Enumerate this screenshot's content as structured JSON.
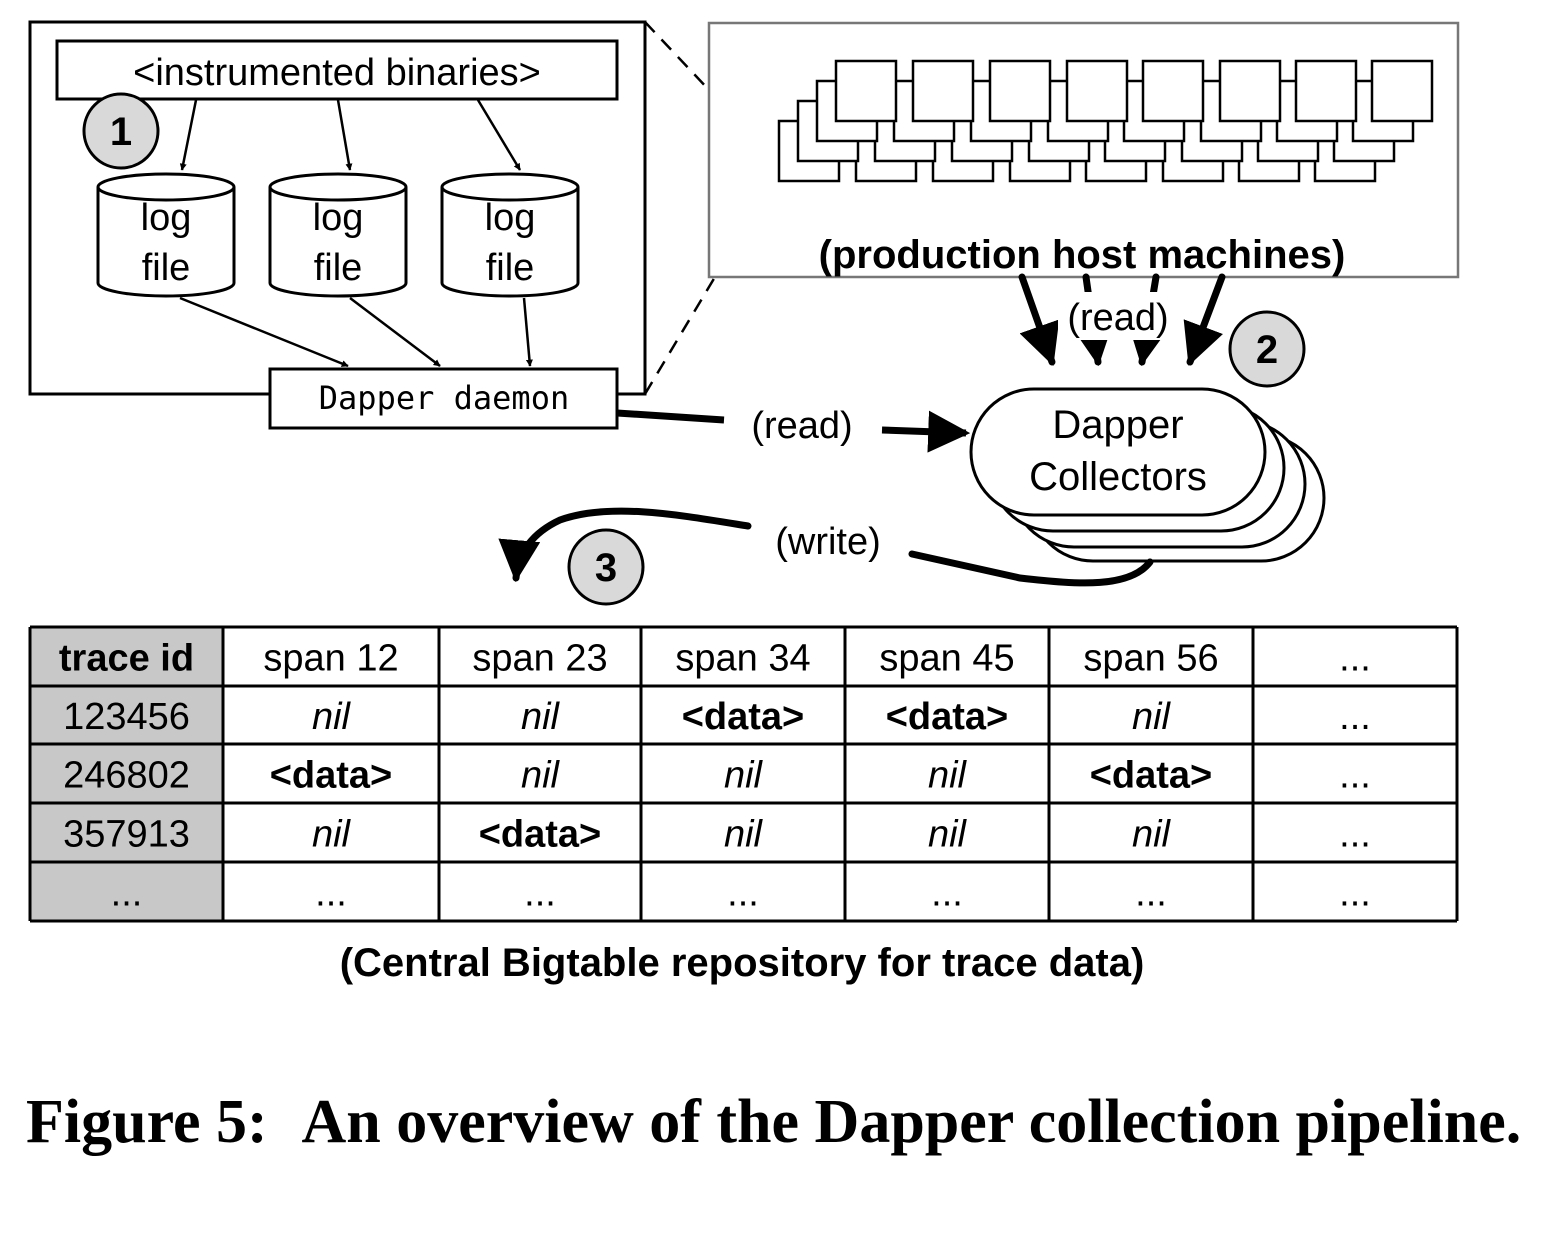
{
  "host_box": {
    "binaries_label": "<instrumented binaries>",
    "log_files": [
      {
        "line1": "log",
        "line2": "file"
      },
      {
        "line1": "log",
        "line2": "file"
      },
      {
        "line1": "log",
        "line2": "file"
      }
    ],
    "daemon_label": "Dapper daemon"
  },
  "production": {
    "label": "(production host machines)"
  },
  "steps": [
    "1",
    "2",
    "3"
  ],
  "flows": {
    "read_from_hosts": "(read)",
    "read_from_daemon": "(read)",
    "write_to_bigtable": "(write)"
  },
  "collectors": {
    "line1": "Dapper",
    "line2": "Collectors"
  },
  "table": {
    "headers": [
      "trace id",
      "span 12",
      "span 23",
      "span 34",
      "span 45",
      "span 56",
      "..."
    ],
    "rows": [
      [
        "123456",
        "nil",
        "nil",
        "<data>",
        "<data>",
        "nil",
        "..."
      ],
      [
        "246802",
        "<data>",
        "nil",
        "nil",
        "nil",
        "<data>",
        "..."
      ],
      [
        "357913",
        "nil",
        "<data>",
        "nil",
        "nil",
        "nil",
        "..."
      ],
      [
        "...",
        "...",
        "...",
        "...",
        "...",
        "...",
        "..."
      ]
    ],
    "caption": "(Central Bigtable repository for trace data)"
  },
  "figure_caption": {
    "number": "Figure 5:",
    "text": "An overview of the Dapper collection pipeline."
  }
}
